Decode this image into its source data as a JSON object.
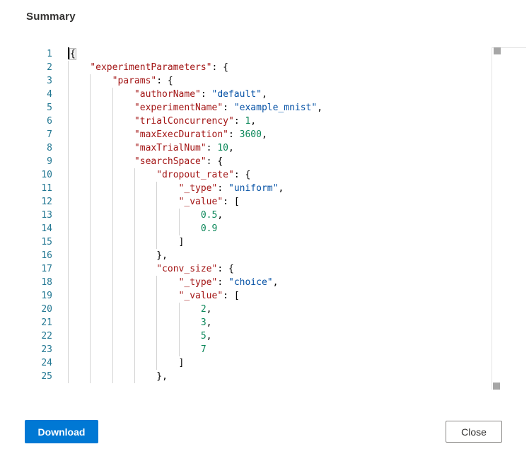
{
  "title": "Summary",
  "editor": {
    "language": "json",
    "cursor_line": 1,
    "lines": [
      "{",
      "    \"experimentParameters\": {",
      "        \"params\": {",
      "            \"authorName\": \"default\",",
      "            \"experimentName\": \"example_mnist\",",
      "            \"trialConcurrency\": 1,",
      "            \"maxExecDuration\": 3600,",
      "            \"maxTrialNum\": 10,",
      "            \"searchSpace\": {",
      "                \"dropout_rate\": {",
      "                    \"_type\": \"uniform\",",
      "                    \"_value\": [",
      "                        0.5,",
      "                        0.9",
      "                    ]",
      "                },",
      "                \"conv_size\": {",
      "                    \"_type\": \"choice\",",
      "                    \"_value\": [",
      "                        2,",
      "                        3,",
      "                        5,",
      "                        7",
      "                    ]",
      "                },"
    ]
  },
  "buttons": {
    "download": "Download",
    "close": "Close"
  },
  "colors": {
    "accent": "#0078d4",
    "line_number": "#237893",
    "json_key": "#a31515",
    "json_string": "#0451a5",
    "json_number": "#098658",
    "json_punct": "#000000",
    "indent_guide": "#d3d3d3",
    "scroll_thumb": "#a6a6a6"
  }
}
